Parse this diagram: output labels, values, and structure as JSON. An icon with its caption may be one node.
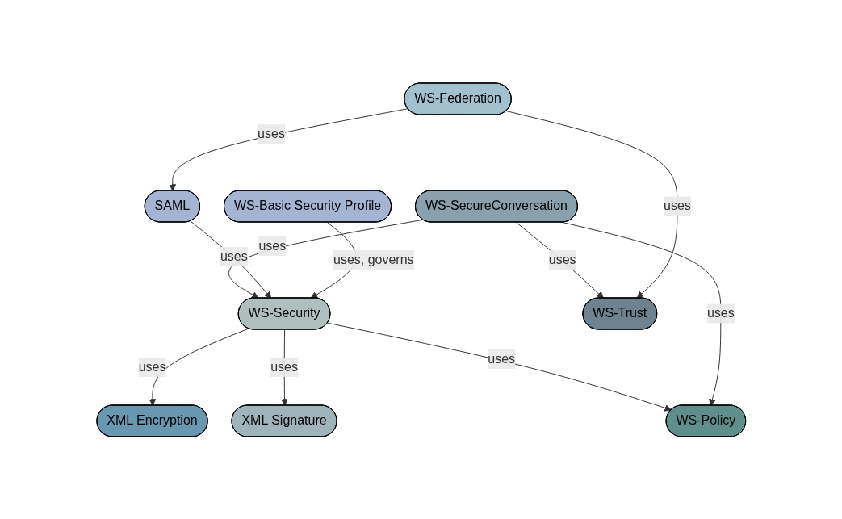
{
  "diagram": {
    "nodes": [
      {
        "text": [
          "WS-Security"
        ]
      },
      {
        "text": [
          "XML Encryption"
        ]
      },
      {
        "text": [
          "WS-SecureConversation"
        ]
      },
      {
        "text": [
          "XML Signature"
        ]
      },
      {
        "text": [
          "WS-Trust"
        ]
      },
      {
        "text": [
          "WS-Policy"
        ]
      },
      {
        "text": [
          "WS-Federation"
        ]
      },
      {
        "text": [
          "SAML"
        ]
      },
      {
        "text": [
          "WS-Basic Security Profile"
        ]
      }
    ],
    "edges": [
      {
        "from": 0,
        "to": 1,
        "arrow": "to",
        "label": "uses"
      },
      {
        "from": 0,
        "to": 3,
        "arrow": "to",
        "label": "uses"
      },
      {
        "from": 0,
        "to": 5,
        "arrow": "to",
        "label": "uses"
      },
      {
        "from": 2,
        "to": 0,
        "arrow": "to",
        "label": "uses"
      },
      {
        "from": 2,
        "to": 4,
        "arrow": "to",
        "label": "uses"
      },
      {
        "from": 2,
        "to": 5,
        "arrow": "to",
        "label": "uses"
      },
      {
        "from": 6,
        "to": 4,
        "arrow": "to",
        "label": "uses"
      },
      {
        "from": 6,
        "to": 7,
        "arrow": "to",
        "label": "uses"
      },
      {
        "from": 7,
        "to": 0,
        "arrow": "to",
        "label": "uses"
      },
      {
        "from": 8,
        "to": 0,
        "arrow": "to",
        "label": "uses, governs"
      }
    ]
  }
}
